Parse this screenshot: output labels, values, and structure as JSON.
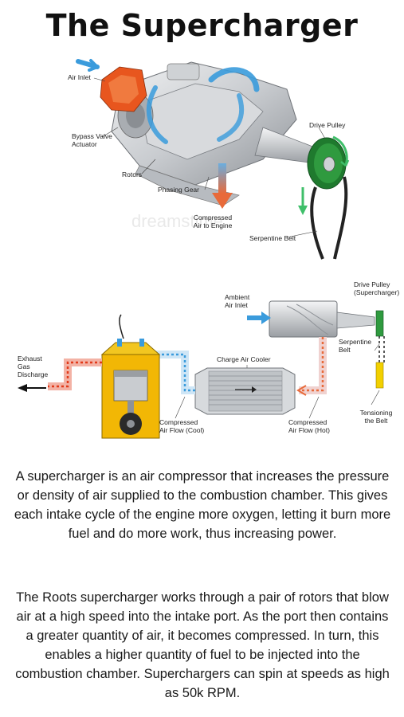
{
  "title": "The Supercharger",
  "diagram_top": {
    "labels": {
      "air_inlet": "Air Inlet",
      "bypass_valve": "Bypass Valve\nActuator",
      "rotors": "Rotors",
      "phasing_gear": "Phasing Gear",
      "drive_pulley": "Drive Pulley",
      "compressed_air": "Compressed\nAir to Engine",
      "serpentine_belt": "Serpentine Belt"
    },
    "watermark": "dreamstime"
  },
  "diagram_bottom": {
    "labels": {
      "exhaust": "Exhaust\nGas\nDischarge",
      "ambient_inlet": "Ambient\nAir Inlet",
      "drive_pulley_sc": "Drive Pulley\n(Supercharger)",
      "serpentine_belt": "Serpentine\nBelt",
      "charge_air_cooler": "Charge Air Cooler",
      "compressed_cool": "Compressed\nAir Flow (Cool)",
      "compressed_hot": "Compressed\nAir Flow (Hot)",
      "tensioning": "Tensioning\nthe Belt"
    }
  },
  "paragraphs": [
    "A supercharger is an air compressor that increases the pressure or density of air supplied to the combustion chamber. This gives each intake cycle of the engine more oxygen, letting it burn more fuel and do more work, thus increasing power.",
    "The Roots supercharger works through a pair of rotors that blow air at a high speed into the intake port. As the port then contains a greater quantity of air, it becomes compressed. In turn, this enables a higher quantity of fuel to be injected into the combustion chamber. Superchargers can spin at speeds as high as 50k RPM."
  ],
  "colors": {
    "inlet_orange": "#e8561e",
    "airflow_blue": "#3a9bdc",
    "pulley_green": "#2f9a3f",
    "engine_yellow": "#f2b705",
    "hot_red": "#e23a1a",
    "metal_gray": "#bfc3c7"
  }
}
